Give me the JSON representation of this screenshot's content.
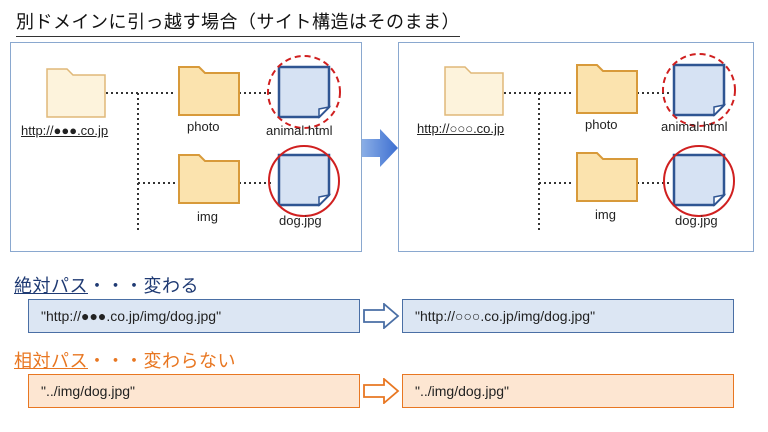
{
  "title": "別ドメインに引っ越す場合（サイト構造はそのまま）",
  "before": {
    "root_label": "http://●●●.co.jp",
    "folder1": "photo",
    "file1": "animal.html",
    "folder2": "img",
    "file2": "dog.jpg"
  },
  "after": {
    "root_label": "http://○○○.co.jp",
    "folder1": "photo",
    "file1": "animal.html",
    "folder2": "img",
    "file2": "dog.jpg"
  },
  "absolute": {
    "heading_underlined": "絶対パス",
    "heading_rest": "・・・変わる",
    "before_path": "\"http://●●●.co.jp/img/dog.jpg\"",
    "after_path": "\"http://○○○.co.jp/img/dog.jpg\""
  },
  "relative": {
    "heading_underlined": "相対パス",
    "heading_rest": "・・・変わらない",
    "before_path": "\"../img/dog.jpg\"",
    "after_path": "\"../img/dog.jpg\""
  },
  "colors": {
    "blue_text": "#1f3a73",
    "orange_text": "#e87722",
    "panel_border": "#8aa8cf",
    "circle_red": "#d02020"
  }
}
